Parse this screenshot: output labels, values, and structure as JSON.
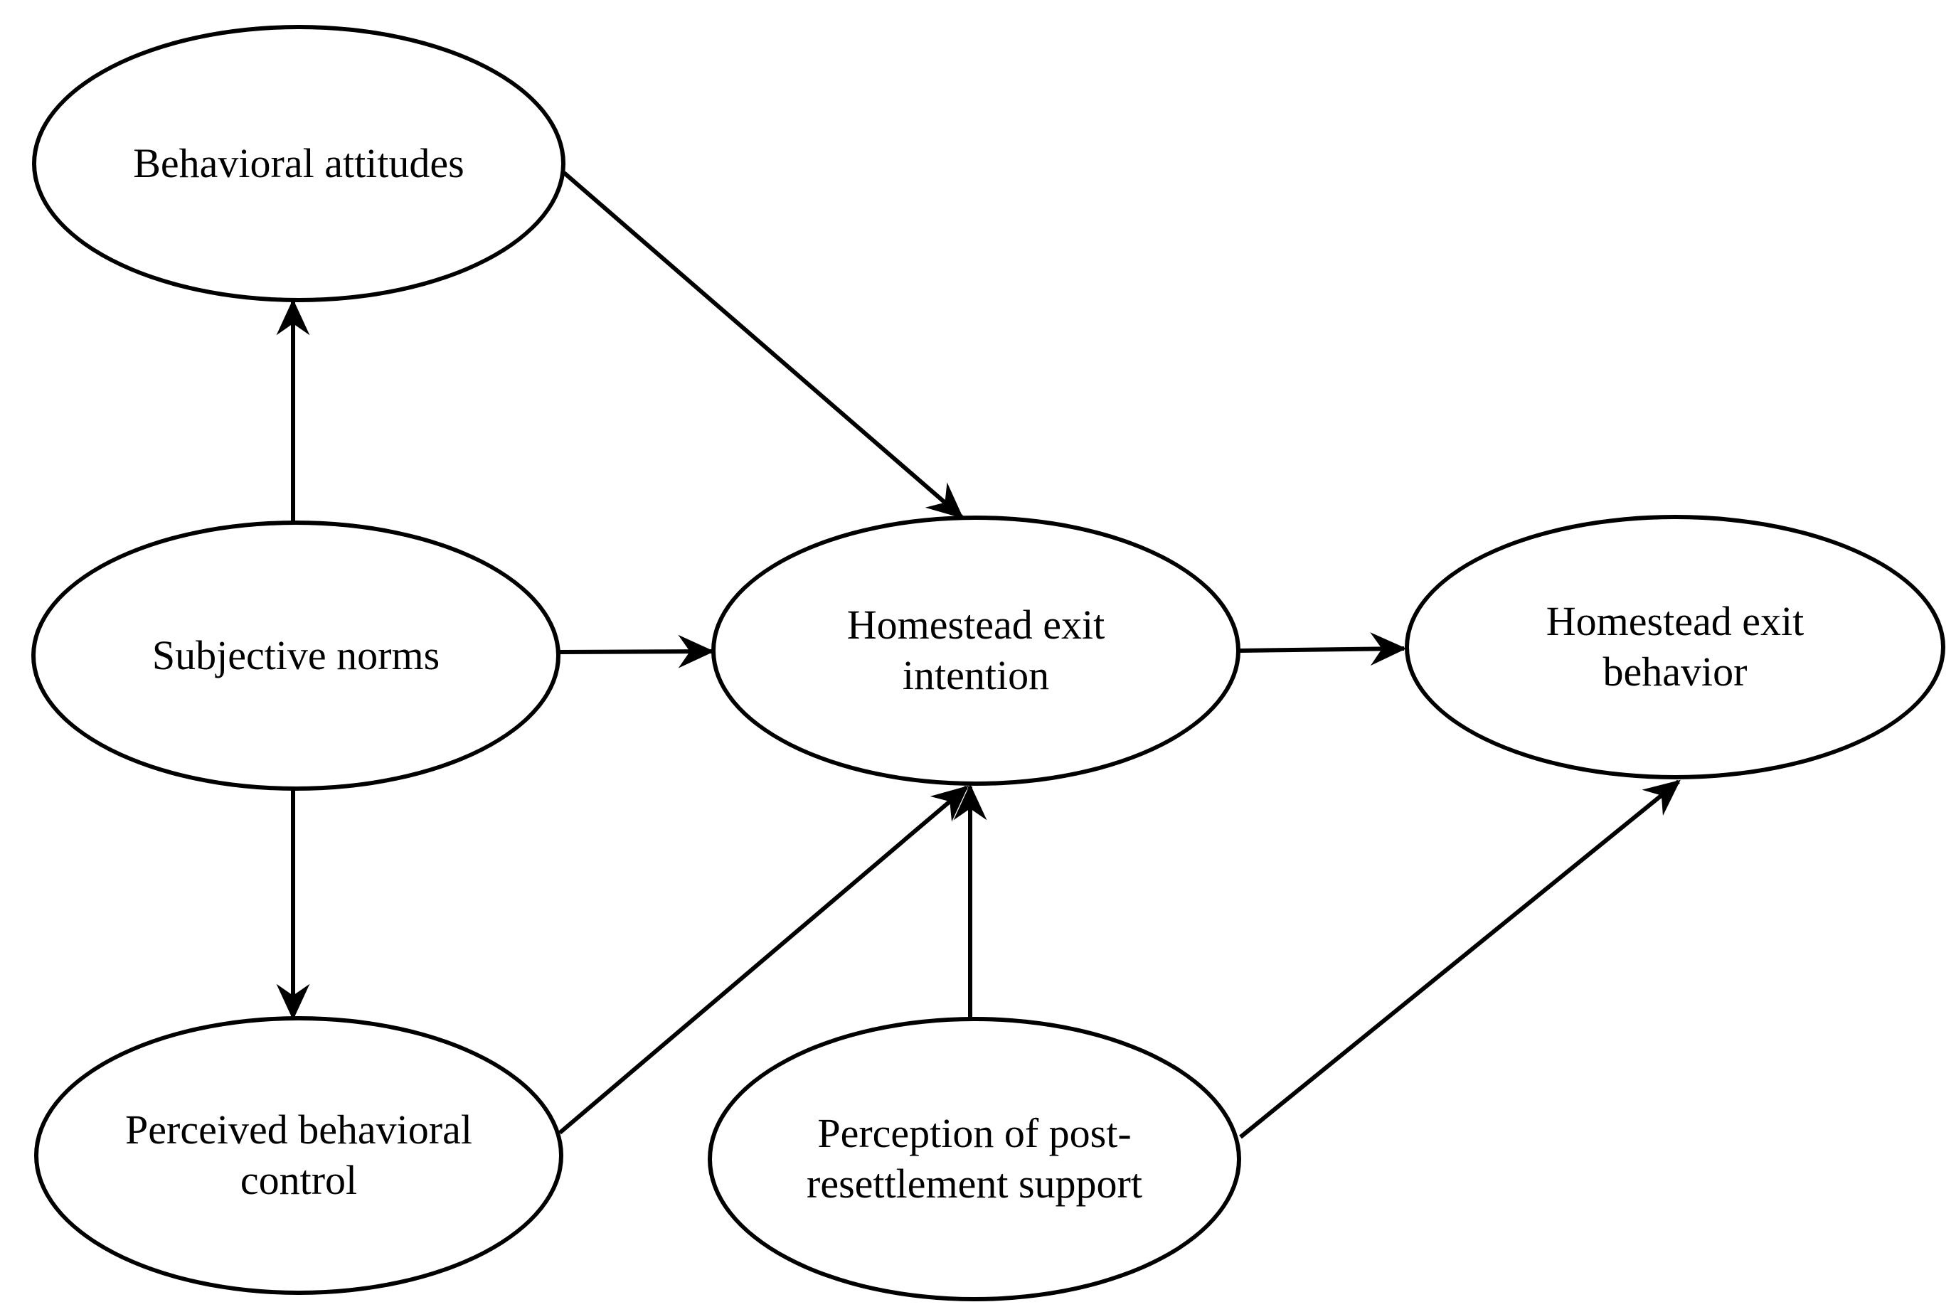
{
  "diagram": {
    "type": "path-diagram",
    "colors": {
      "stroke": "#000000",
      "node_fill": "#ffffff",
      "background": "#ffffff",
      "text": "#000000"
    },
    "nodes": [
      {
        "id": "behavioral-attitudes",
        "label": "Behavioral attitudes"
      },
      {
        "id": "subjective-norms",
        "label": "Subjective norms"
      },
      {
        "id": "perceived-behavioral-control",
        "label": "Perceived behavioral\ncontrol"
      },
      {
        "id": "homestead-exit-intention",
        "label": "Homestead exit\nintention"
      },
      {
        "id": "homestead-exit-behavior",
        "label": "Homestead exit\nbehavior"
      },
      {
        "id": "perception-of-post-resettlement-support",
        "label": "Perception of post-\nresettlement support"
      }
    ],
    "edges": [
      {
        "from": "subjective-norms",
        "to": "behavioral-attitudes",
        "arrow": "single"
      },
      {
        "from": "subjective-norms",
        "to": "perceived-behavioral-control",
        "arrow": "single"
      },
      {
        "from": "subjective-norms",
        "to": "homestead-exit-intention",
        "arrow": "single"
      },
      {
        "from": "behavioral-attitudes",
        "to": "homestead-exit-intention",
        "arrow": "single"
      },
      {
        "from": "perceived-behavioral-control",
        "to": "homestead-exit-intention",
        "arrow": "single"
      },
      {
        "from": "perception-of-post-resettlement-support",
        "to": "homestead-exit-intention",
        "arrow": "single"
      },
      {
        "from": "homestead-exit-intention",
        "to": "homestead-exit-behavior",
        "arrow": "single"
      },
      {
        "from": "perception-of-post-resettlement-support",
        "to": "homestead-exit-behavior",
        "arrow": "single"
      }
    ]
  }
}
